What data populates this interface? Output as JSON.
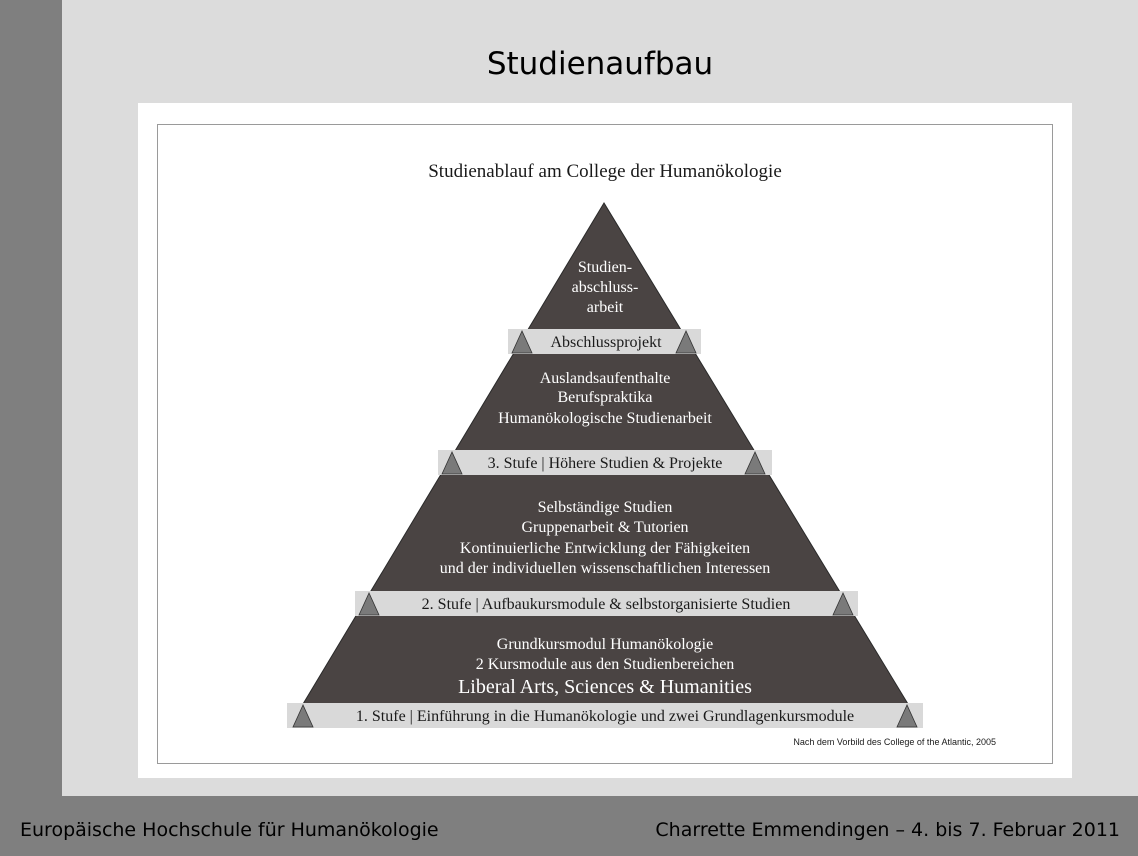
{
  "slide": {
    "title": "Studienaufbau"
  },
  "footer": {
    "left": "Europäische Hochschule für Humanökologie",
    "right": "Charrette Emmendingen – 4. bis 7. Februar 2011"
  },
  "figure": {
    "heading": "Studienablauf am College der Humanökologie",
    "source_note": "Nach dem Vorbild des College of the Atlantic, 2005",
    "colors": {
      "pyramid": "#4a4443",
      "band": "#d9d9d9",
      "triangle_marker": "#7a7a7a"
    },
    "tiers": [
      {
        "name": "apex",
        "lines": [
          "Studien-",
          "abschluss-",
          "arbeit"
        ]
      },
      {
        "name": "tier-3",
        "lines": [
          "Auslandsaufenthalte",
          "Berufspraktika",
          "Humanökologische Studienarbeit"
        ]
      },
      {
        "name": "tier-2",
        "lines": [
          "Selbständige Studien",
          "Gruppenarbeit & Tutorien",
          "Kontinuierliche Entwicklung der Fähigkeiten",
          "und der individuellen wissenschaftlichen Interessen"
        ]
      },
      {
        "name": "tier-1",
        "lines": [
          "Grundkursmodul Humanökologie",
          "2 Kursmodule aus den Studienbereichen"
        ],
        "emphasis": "Liberal Arts, Sciences & Humanities"
      }
    ],
    "bands": [
      {
        "name": "abschlussprojekt",
        "label": "Abschlussprojekt"
      },
      {
        "name": "stufe-3",
        "label": "3. Stufe | Höhere Studien & Projekte"
      },
      {
        "name": "stufe-2",
        "label": "2. Stufe | Aufbaukursmodule & selbstorganisierte Studien"
      },
      {
        "name": "stufe-1",
        "label": "1. Stufe | Einführung in die Humanökologie und zwei Grundlagenkursmodule"
      }
    ]
  }
}
